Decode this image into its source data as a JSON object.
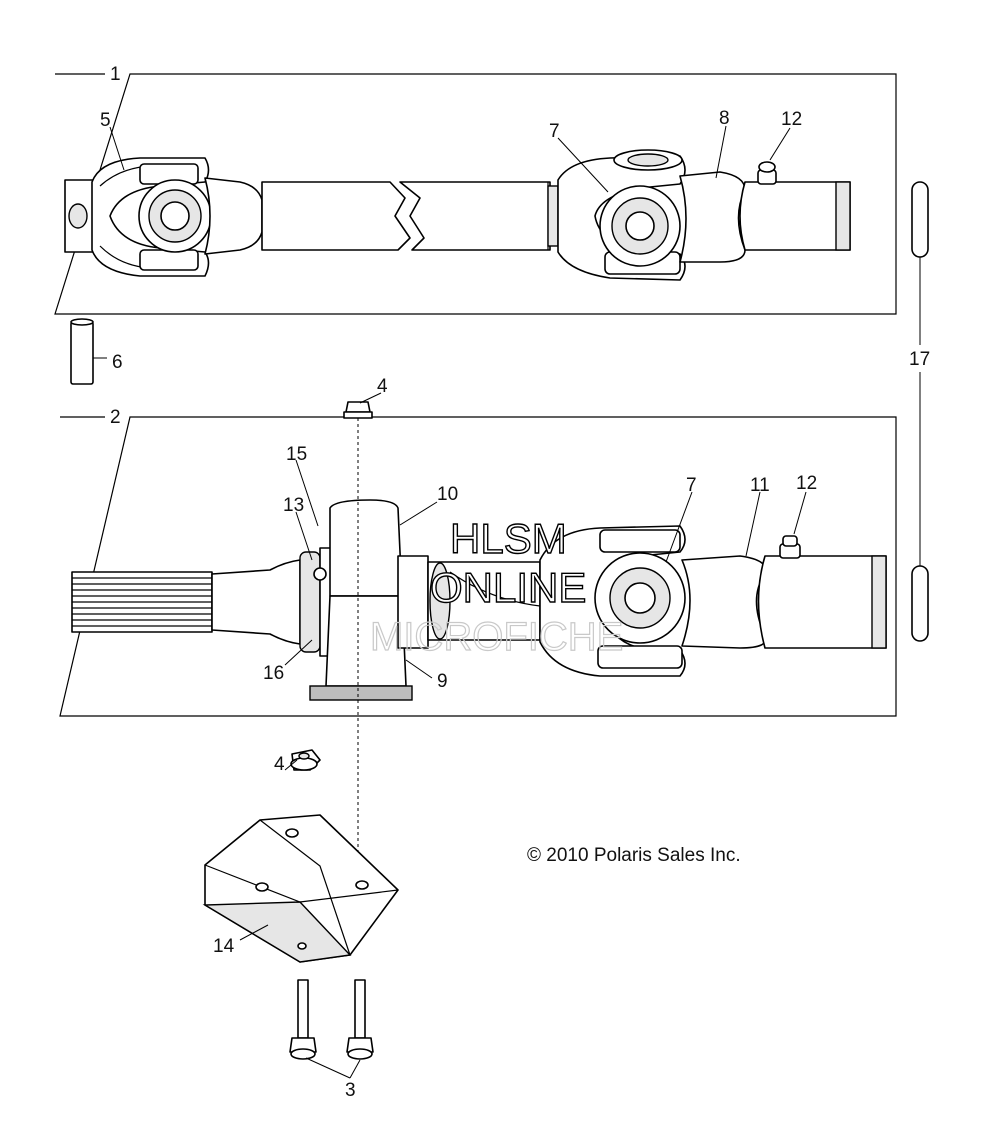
{
  "copyright": "© 2010 Polaris Sales Inc.",
  "watermark": {
    "line1": "HLSM",
    "line2": "ONLINE",
    "line3": "MICROFICHE"
  },
  "callouts": {
    "c1": "1",
    "c2": "2",
    "c3": "3",
    "c4a": "4",
    "c4b": "4",
    "c5": "5",
    "c6": "6",
    "c7a": "7",
    "c7b": "7",
    "c8": "8",
    "c9": "9",
    "c10": "10",
    "c11": "11",
    "c12a": "12",
    "c12b": "12",
    "c13": "13",
    "c14": "14",
    "c15": "15",
    "c16": "16",
    "c17": "17"
  }
}
